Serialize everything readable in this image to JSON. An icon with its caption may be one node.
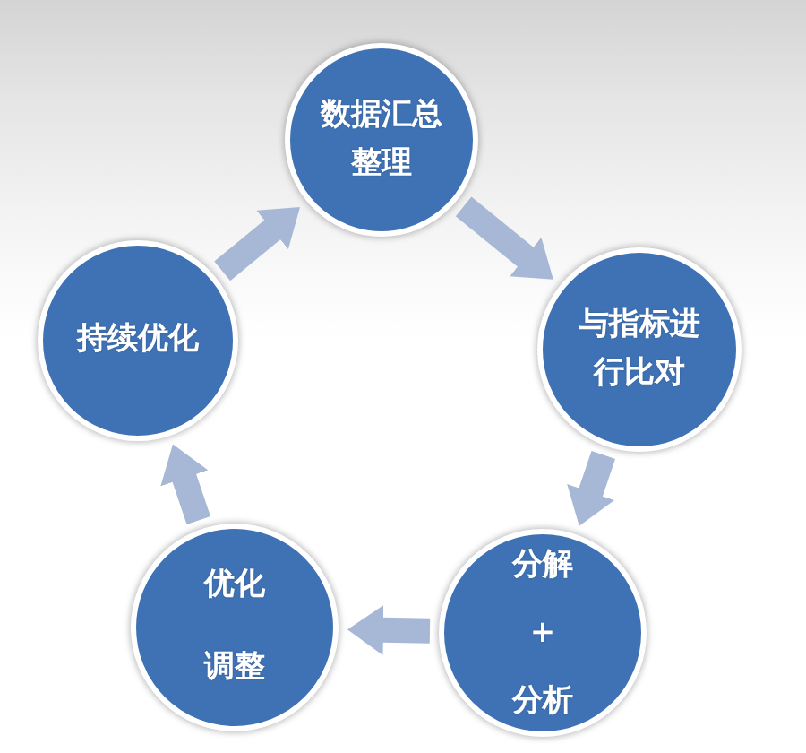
{
  "diagram": {
    "nodes": [
      {
        "text": [
          "数据汇总整理"
        ]
      },
      {
        "text": [
          "与指标进行比对"
        ]
      },
      {
        "text": [
          "分解",
          "+",
          "分析"
        ]
      },
      {
        "text": [
          "优化调整"
        ]
      },
      {
        "text": [
          "持续优化"
        ]
      }
    ],
    "edges": [
      {
        "from": 0,
        "to": 1,
        "arrow": "to"
      },
      {
        "from": 1,
        "to": 2,
        "arrow": "to"
      },
      {
        "from": 2,
        "to": 3,
        "arrow": "to"
      },
      {
        "from": 3,
        "to": 4,
        "arrow": "to"
      },
      {
        "from": 4,
        "to": 0,
        "arrow": "to"
      }
    ]
  }
}
